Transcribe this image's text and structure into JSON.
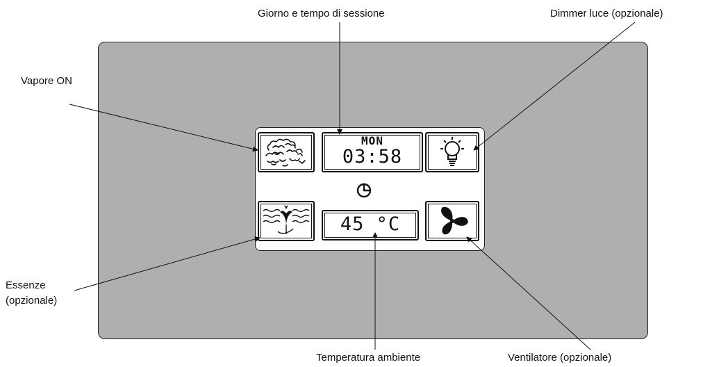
{
  "callouts": {
    "giorno_tempo": "Giorno e tempo di sessione",
    "dimmer": "Dimmer luce (opzionale)",
    "vapore": "Vapore ON",
    "essenze_line1": "Essenze",
    "essenze_line2": "(opzionale)",
    "temperatura": "Temperatura ambiente",
    "ventilatore": "Ventilatore (opzionale)"
  },
  "display": {
    "day": "MON",
    "time": "03:58",
    "temperature": "45 °C"
  },
  "icons": {
    "steam": "steam-icon",
    "light": "light-bulb-icon",
    "clock": "clock-icon",
    "essence": "essence-icon",
    "fan": "fan-icon"
  },
  "colors": {
    "panel": "#afafaf",
    "screen": "#ffffff",
    "ink": "#111111"
  }
}
